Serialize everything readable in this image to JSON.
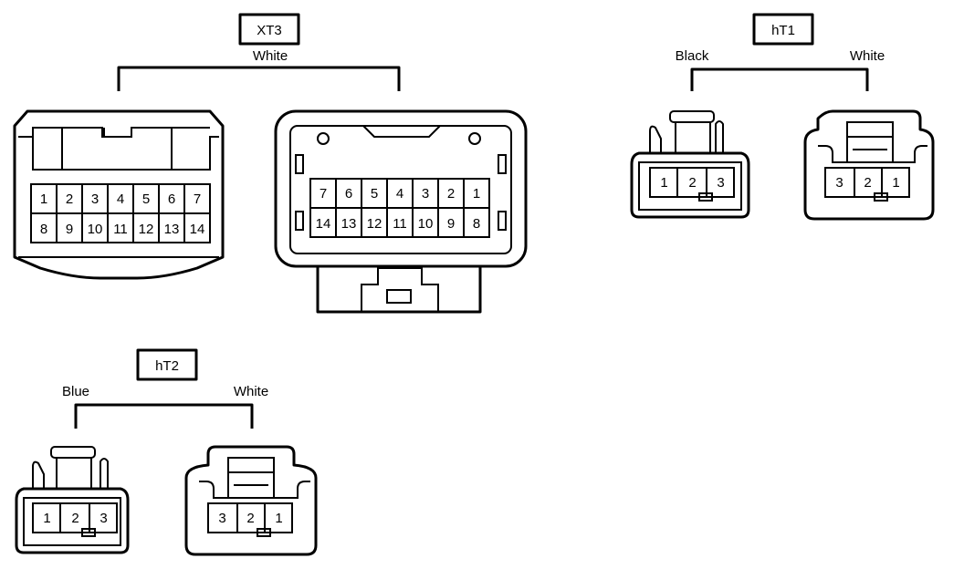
{
  "xt3": {
    "id": "XT3",
    "color": "White",
    "left_row1": [
      "1",
      "2",
      "3",
      "4",
      "5",
      "6",
      "7"
    ],
    "left_row2": [
      "8",
      "9",
      "10",
      "11",
      "12",
      "13",
      "14"
    ],
    "right_row1": [
      "7",
      "6",
      "5",
      "4",
      "3",
      "2",
      "1"
    ],
    "right_row2": [
      "14",
      "13",
      "12",
      "11",
      "10",
      "9",
      "8"
    ]
  },
  "ht1": {
    "id": "hT1",
    "left_color": "Black",
    "right_color": "White",
    "left_pins": [
      "1",
      "2",
      "3"
    ],
    "right_pins": [
      "3",
      "2",
      "1"
    ]
  },
  "ht2": {
    "id": "hT2",
    "left_color": "Blue",
    "right_color": "White",
    "left_pins": [
      "1",
      "2",
      "3"
    ],
    "right_pins": [
      "3",
      "2",
      "1"
    ]
  }
}
